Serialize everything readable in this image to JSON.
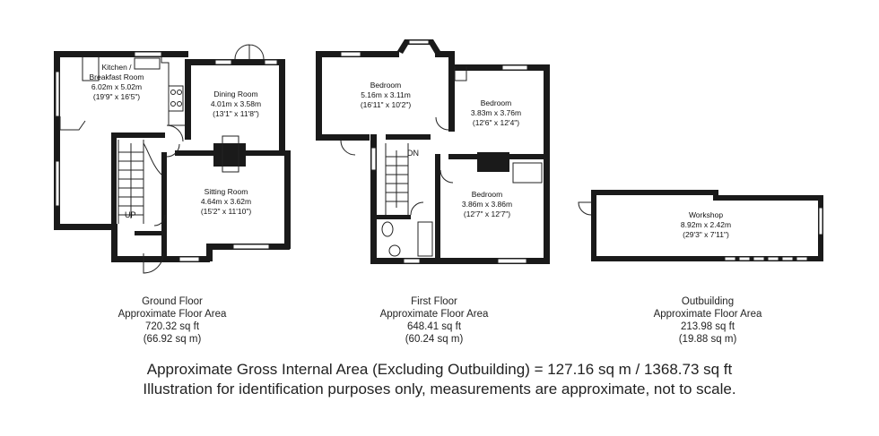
{
  "ground_floor": {
    "rooms": [
      {
        "name": "Kitchen /\nBreakfast Room",
        "line1": "Kitchen /",
        "line2": "Breakfast Room",
        "dims_m": "6.02m x 5.02m",
        "dims_ft": "(19'9\" x 16'5\")"
      },
      {
        "name": "Dining Room",
        "dims_m": "4.01m x 3.58m",
        "dims_ft": "(13'1\" x 11'8\")"
      },
      {
        "name": "Sitting Room",
        "dims_m": "4.64m x 3.62m",
        "dims_ft": "(15'2\" x 11'10\")"
      }
    ],
    "stair_label": "UP",
    "caption": {
      "title": "Ground Floor",
      "subtitle": "Approximate Floor Area",
      "sqft": "720.32 sq ft",
      "sqm": "(66.92 sq m)"
    }
  },
  "first_floor": {
    "rooms": [
      {
        "name": "Bedroom",
        "dims_m": "5.16m x 3.11m",
        "dims_ft": "(16'11\" x 10'2\")"
      },
      {
        "name": "Bedroom",
        "dims_m": "3.83m x 3.76m",
        "dims_ft": "(12'6\" x 12'4\")"
      },
      {
        "name": "Bedroom",
        "dims_m": "3.86m x 3.86m",
        "dims_ft": "(12'7\" x 12'7\")"
      }
    ],
    "stair_label": "DN",
    "caption": {
      "title": "First Floor",
      "subtitle": "Approximate Floor Area",
      "sqft": "648.41 sq ft",
      "sqm": "(60.24 sq m)"
    }
  },
  "outbuilding": {
    "rooms": [
      {
        "name": "Workshop",
        "dims_m": "8.92m x 2.42m",
        "dims_ft": "(29'3\" x 7'11\")"
      }
    ],
    "caption": {
      "title": "Outbuilding",
      "subtitle": "Approximate Floor Area",
      "sqft": "213.98 sq ft",
      "sqm": "(19.88 sq m)"
    }
  },
  "footer": {
    "line1": "Approximate Gross Internal Area (Excluding Outbuilding) = 127.16 sq m / 1368.73 sq ft",
    "line2": "Illustration for identification purposes only, measurements are approximate, not to scale."
  },
  "colors": {
    "wall": "#1a1a1a",
    "background": "#ffffff",
    "line": "#222222"
  }
}
